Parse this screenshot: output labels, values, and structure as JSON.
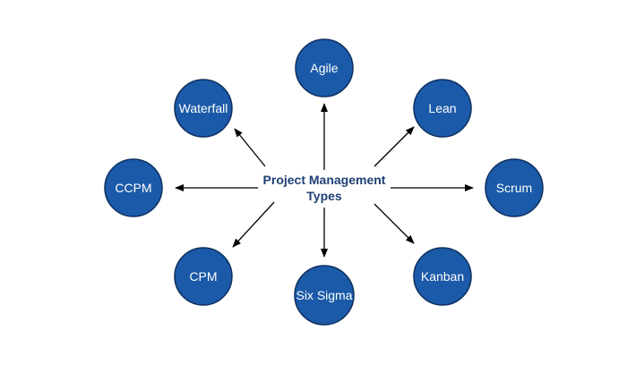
{
  "center": {
    "line1": "Project Management",
    "line2": "Types"
  },
  "nodes": [
    {
      "id": "agile",
      "label": "Agile"
    },
    {
      "id": "lean",
      "label": "Lean"
    },
    {
      "id": "scrum",
      "label": "Scrum"
    },
    {
      "id": "kanban",
      "label": "Kanban"
    },
    {
      "id": "six-sigma",
      "label": "Six Sigma"
    },
    {
      "id": "cpm",
      "label": "CPM"
    },
    {
      "id": "ccpm",
      "label": "CCPM"
    },
    {
      "id": "waterfall",
      "label": "Waterfall"
    }
  ],
  "colors": {
    "node_fill": "#1b5aa8",
    "node_stroke": "#0e2f5e",
    "center_text": "#1f3f75",
    "arrow": "#000000"
  }
}
